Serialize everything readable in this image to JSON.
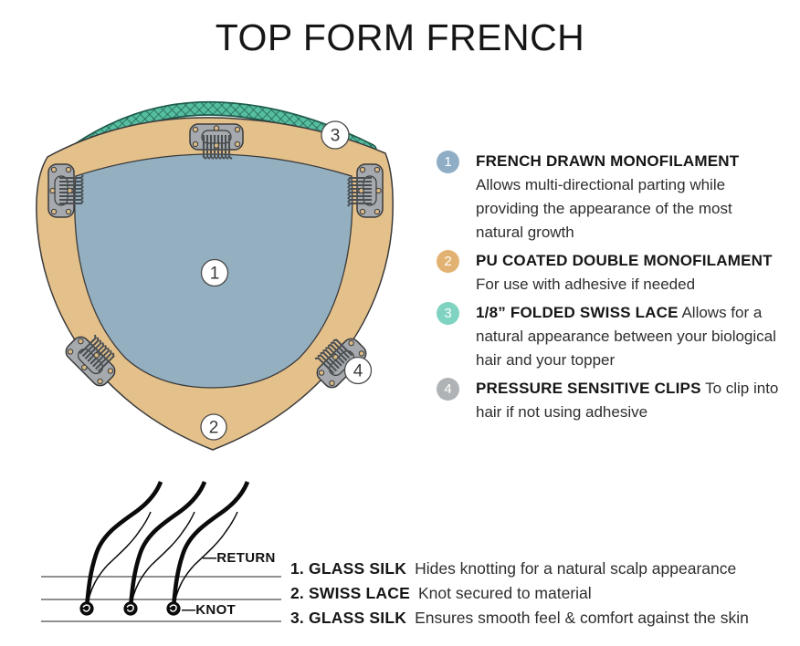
{
  "title": "TOP FORM FRENCH",
  "colors": {
    "tan": "#E4C08B",
    "blue": "#93AFC0",
    "lace_teal": "#56BEA0",
    "lace_dark": "#1F5C4C",
    "clip_gray": "#A6AAAE",
    "hole_tan": "#D8B987",
    "outline": "#3a3a3a",
    "line_gray": "#8f8f8f",
    "circle_1": "#8FAEC6",
    "circle_2": "#E2B272",
    "circle_3": "#7FD3C0",
    "circle_4": "#B0B3B5"
  },
  "diagram": {
    "callouts": {
      "c1": "1",
      "c2": "2",
      "c3": "3",
      "c4": "4"
    }
  },
  "legend": {
    "items": [
      {
        "num": "1",
        "color": "#8FAEC6",
        "heading": "FRENCH DRAWN MONOFILAMENT",
        "body": "Allows multi-directional parting while providing the appearance of the most natural growth"
      },
      {
        "num": "2",
        "color": "#E2B272",
        "heading": "PU COATED  DOUBLE MONOFILAMENT",
        "body": "For use with adhesive if needed"
      },
      {
        "num": "3",
        "color": "#7FD3C0",
        "heading": "1/8” FOLDED SWISS LACE",
        "body": "Allows for a natural appearance between your biological hair and your topper"
      },
      {
        "num": "4",
        "color": "#B0B3B5",
        "heading": "PRESSURE SENSITIVE CLIPS",
        "body": "To clip into hair if not using adhesive"
      }
    ]
  },
  "knot_diagram": {
    "return_label": "—RETURN",
    "knot_label": "—KNOT",
    "layers": [
      {
        "label": "1. GLASS SILK",
        "desc": "Hides knotting for a natural scalp appearance"
      },
      {
        "label": "2. SWISS LACE",
        "desc": "Knot secured to material"
      },
      {
        "label": "3. GLASS SILK",
        "desc": "Ensures smooth feel & comfort against the skin"
      }
    ]
  }
}
